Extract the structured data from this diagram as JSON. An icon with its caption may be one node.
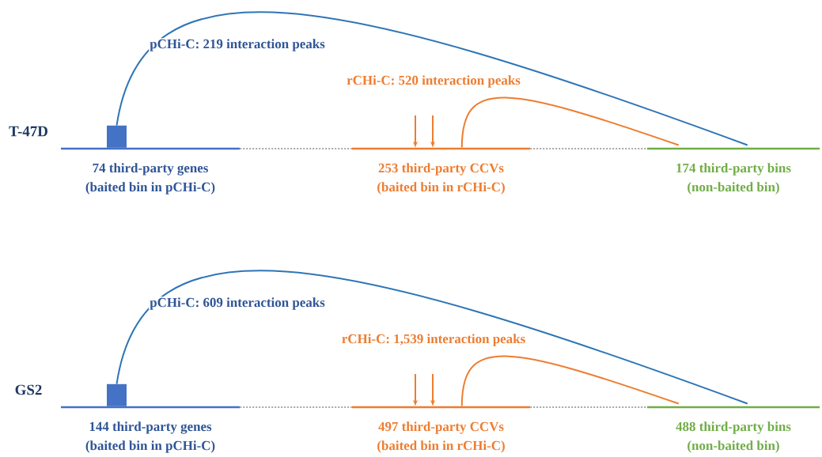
{
  "diagram": {
    "nodes": [
      {
        "text": [
          "74 third-party genes",
          "(baited bin in pCHi-C)"
        ]
      },
      {
        "text": [],
        "shape": "box"
      },
      {
        "text": [
          "253 third-party CCVs",
          "(baited bin in rCHi-C)"
        ]
      },
      {
        "text": [
          "174 third-party bins",
          "(non-baited bin)"
        ]
      },
      {
        "text": [
          "144 third-party genes",
          "(baited bin in pCHi-C)"
        ]
      },
      {
        "text": [],
        "shape": "box"
      },
      {
        "text": [
          "497 third-party CCVs",
          "(baited bin in rCHi-C)"
        ]
      },
      {
        "text": [
          "488 third-party bins",
          "(non-baited bin)"
        ]
      }
    ],
    "edges": [
      {
        "from": 1,
        "to": 3,
        "arrow": "none",
        "label": "pCHi-C: 219 interaction peaks",
        "color": "#2e75b6"
      },
      {
        "from": 2,
        "to": 3,
        "arrow": "none",
        "label": "rCHi-C: 520 interaction peaks",
        "color": "#ed7d31"
      },
      {
        "from": null,
        "to": 2,
        "arrow": "to",
        "color": "#ed7d31"
      },
      {
        "from": null,
        "to": 2,
        "arrow": "to",
        "color": "#ed7d31"
      },
      {
        "from": 0,
        "to": 2,
        "arrow": "none",
        "style": "dashed",
        "color": "#a6a6a6"
      },
      {
        "from": 2,
        "to": 3,
        "arrow": "none",
        "style": "dashed",
        "color": "#a6a6a6"
      },
      {
        "from": 5,
        "to": 7,
        "arrow": "none",
        "label": "pCHi-C: 609 interaction peaks",
        "color": "#2e75b6"
      },
      {
        "from": 6,
        "to": 7,
        "arrow": "none",
        "label": "rCHi-C: 1,539 interaction peaks",
        "color": "#ed7d31"
      },
      {
        "from": null,
        "to": 6,
        "arrow": "to",
        "color": "#ed7d31"
      },
      {
        "from": null,
        "to": 6,
        "arrow": "to",
        "color": "#ed7d31"
      },
      {
        "from": 4,
        "to": 6,
        "arrow": "none",
        "style": "dashed",
        "color": "#a6a6a6"
      },
      {
        "from": 6,
        "to": 7,
        "arrow": "none",
        "style": "dashed",
        "color": "#a6a6a6"
      }
    ],
    "labels": [
      "T-47D",
      "GS2"
    ]
  }
}
